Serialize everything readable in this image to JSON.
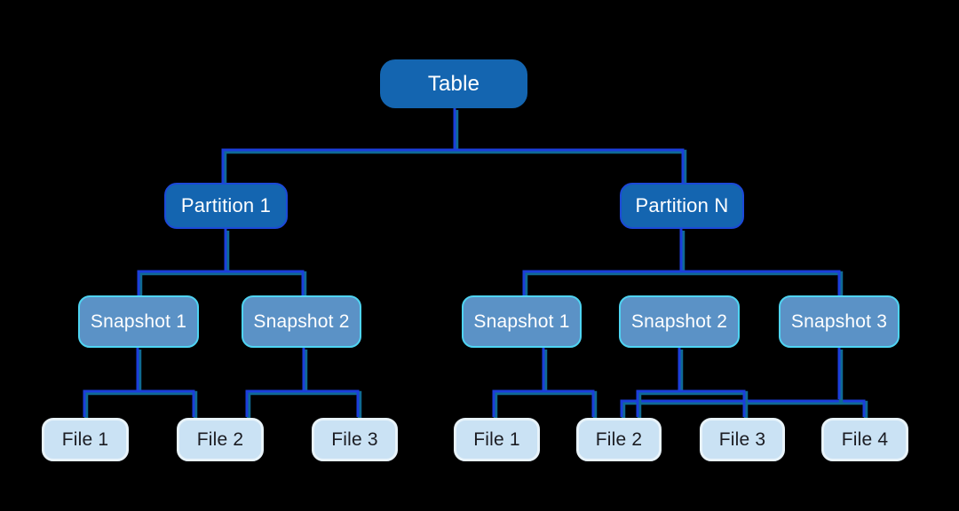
{
  "diagram": {
    "background": "#000000",
    "colors": {
      "node_dark_fill": "#1465B0",
      "partition_border": "#1C49D8",
      "snapshot_fill": "#5B92C6",
      "snapshot_border": "#4FD4F2",
      "file_fill": "#CAE2F4",
      "file_border": "#E8F3FA",
      "file_text": "#1B1C22",
      "connector_primary": "#1B3EDB",
      "connector_secondary": "#0F6A94"
    },
    "nodes": {
      "table": "Table",
      "partition1": "Partition 1",
      "partitionN": "Partition N",
      "left_snapshot1": "Snapshot 1",
      "left_snapshot2": "Snapshot 2",
      "left_file1": "File 1",
      "left_file2": "File 2",
      "left_file3": "File 3",
      "right_snapshot1": "Snapshot 1",
      "right_snapshot2": "Snapshot 2",
      "right_snapshot3": "Snapshot 3",
      "right_file1": "File 1",
      "right_file2": "File 2",
      "right_file3": "File 3",
      "right_file4": "File 4"
    },
    "edges": [
      "Table -> Partition 1",
      "Table -> Partition N",
      "Partition 1 -> Snapshot 1",
      "Partition 1 -> Snapshot 2",
      "Partition N -> Snapshot 1",
      "Partition N -> Snapshot 2",
      "Partition N -> Snapshot 3",
      "Partition 1 / Snapshot 1 -> File 1",
      "Partition 1 / Snapshot 1 -> File 2",
      "Partition 1 / Snapshot 2 -> File 2",
      "Partition 1 / Snapshot 2 -> File 3",
      "Partition N / Snapshot 1 -> File 1",
      "Partition N / Snapshot 1 -> File 2",
      "Partition N / Snapshot 2 -> File 2",
      "Partition N / Snapshot 2 -> File 3",
      "Partition N / Snapshot 3 -> File 2",
      "Partition N / Snapshot 3 -> File 4"
    ]
  }
}
